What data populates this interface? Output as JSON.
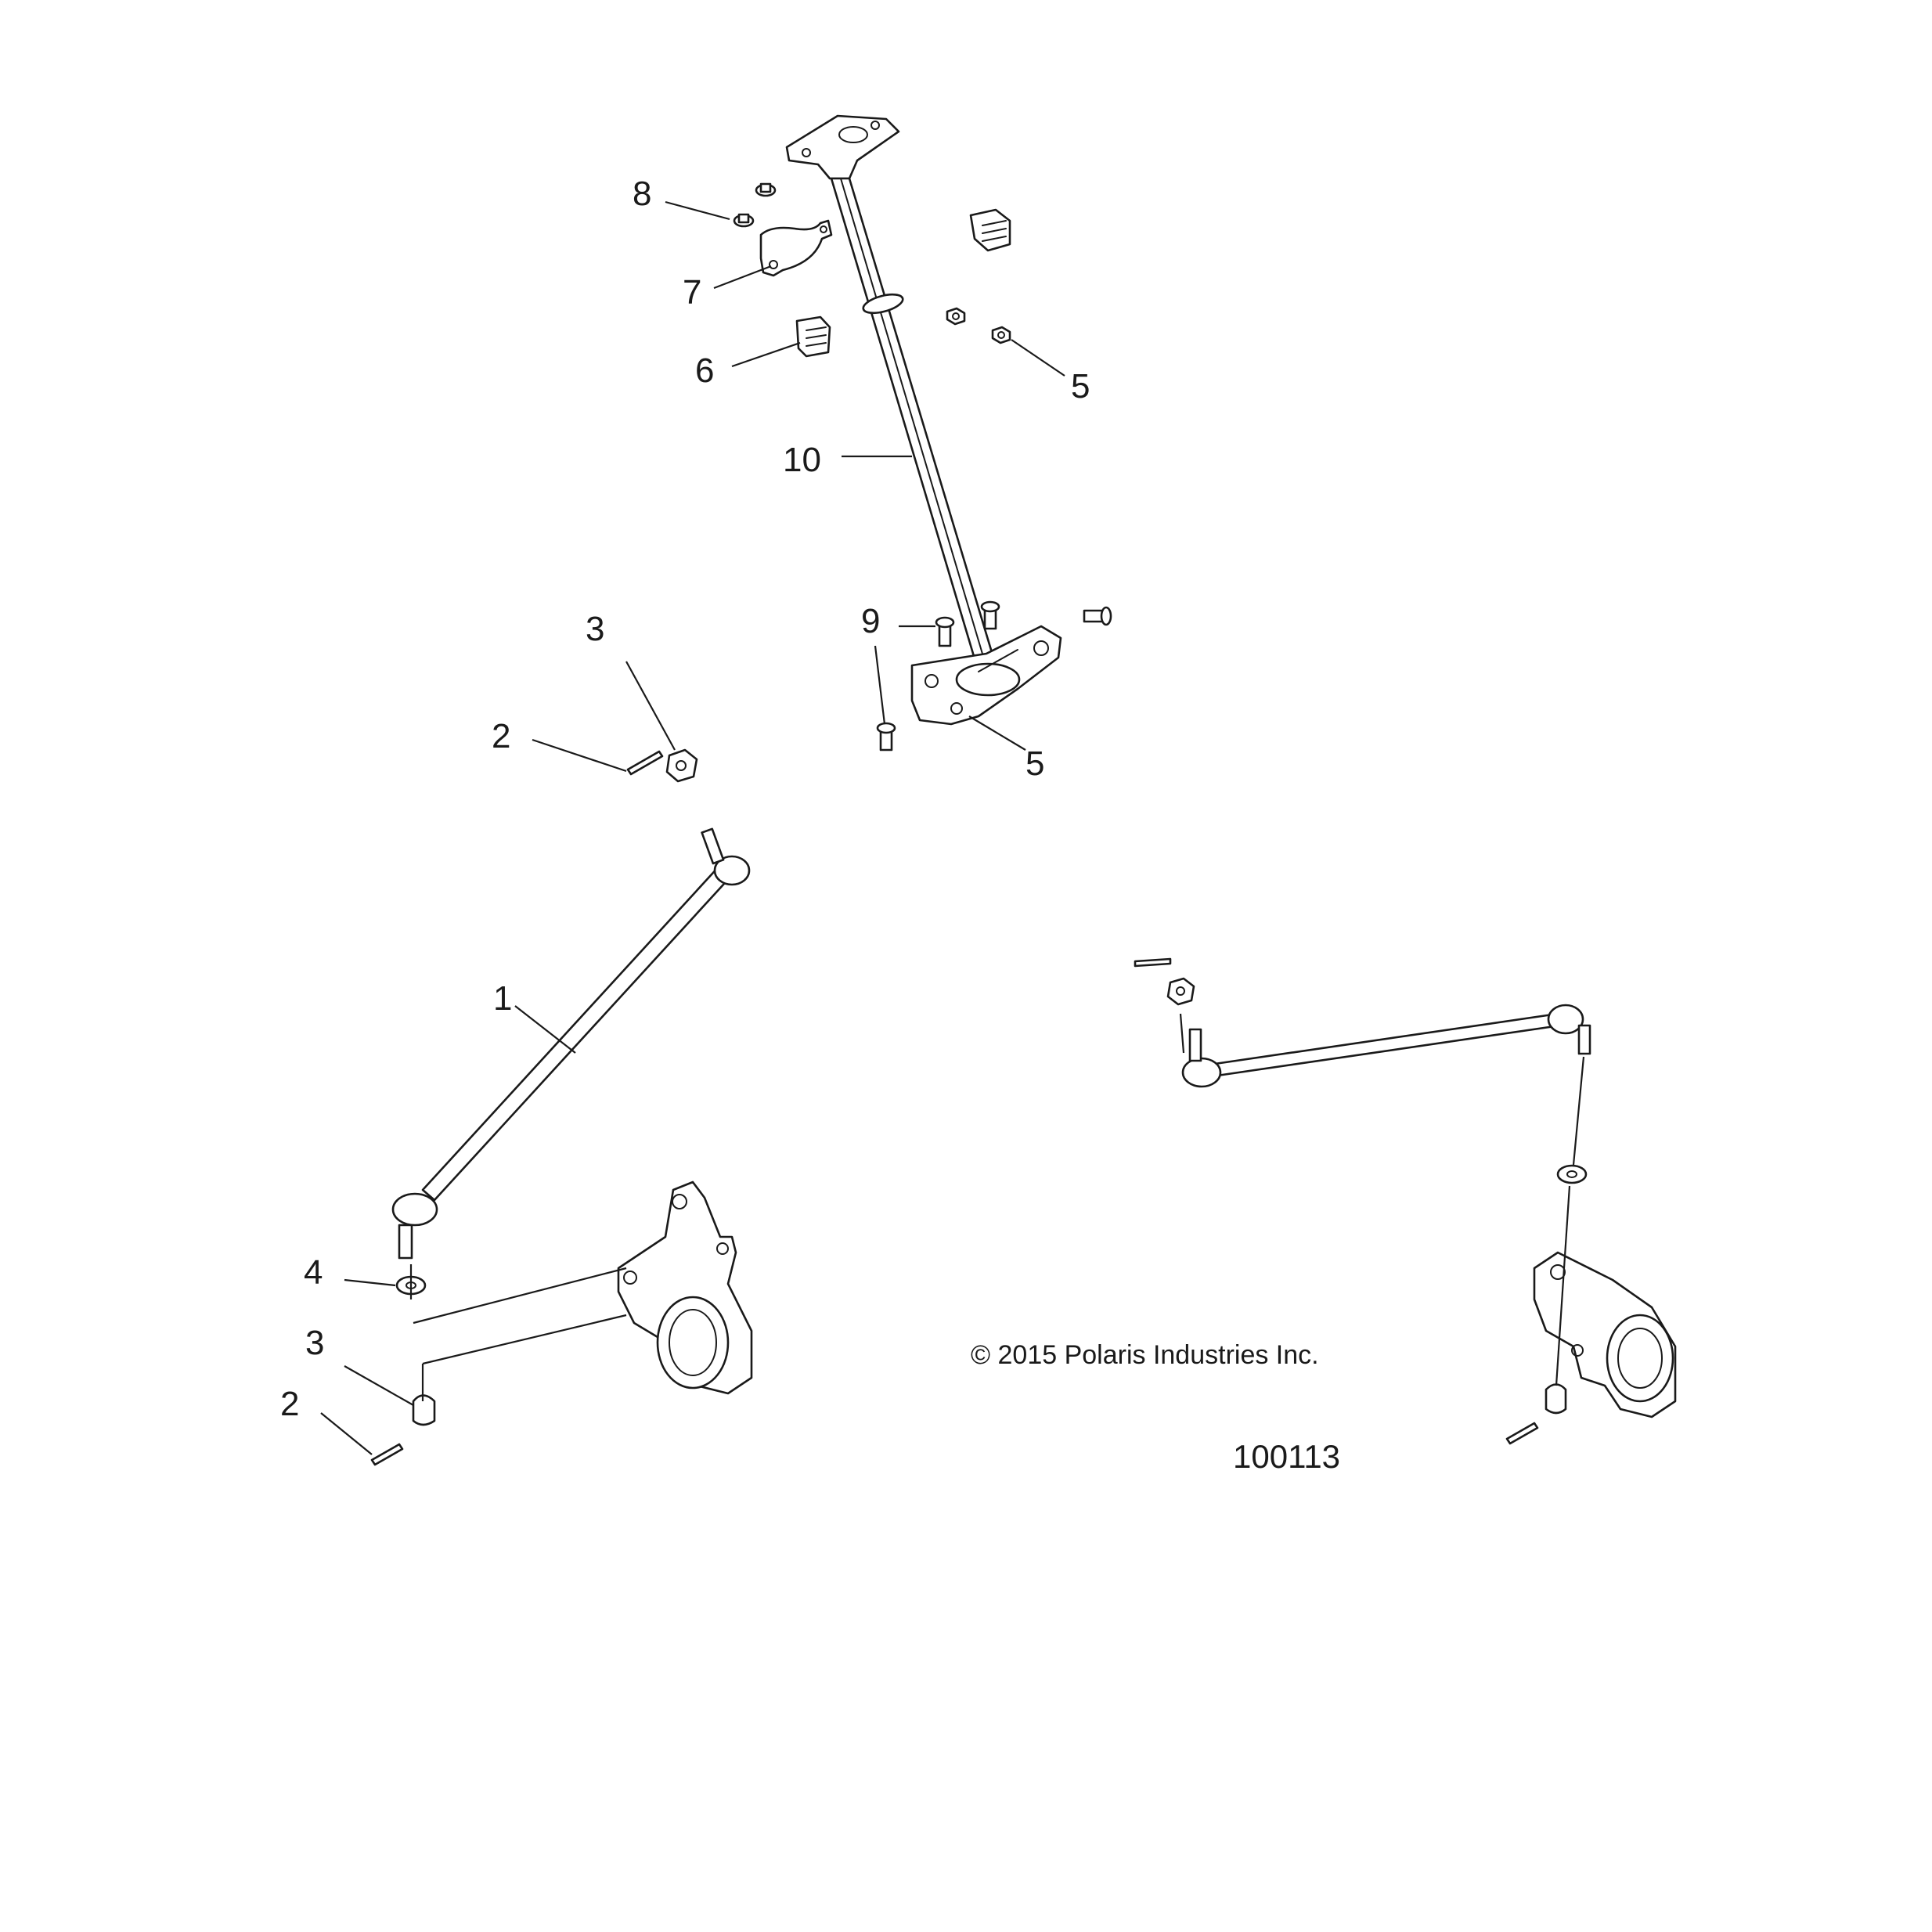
{
  "callouts": {
    "c1": "1",
    "c2_upper": "2",
    "c3_upper": "3",
    "c2_lower": "2",
    "c3_lower": "3",
    "c4": "4",
    "c5_upper": "5",
    "c5_lower": "5",
    "c6": "6",
    "c7": "7",
    "c8": "8",
    "c9": "9",
    "c10": "10"
  },
  "copyright": "© 2015 Polaris Industries Inc.",
  "figure_number": "100113"
}
